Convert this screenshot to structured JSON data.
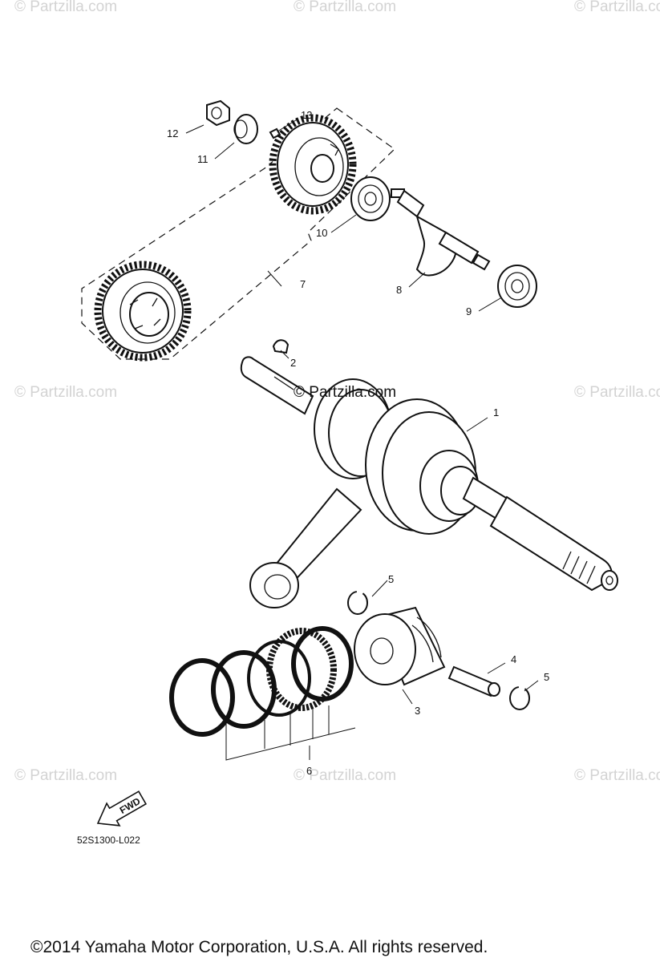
{
  "watermark": "© Partzilla.com",
  "watermark_center": "© Partzilla.com",
  "callouts": {
    "p1": "1",
    "p2": "2",
    "p3": "3",
    "p4": "4",
    "p5a": "5",
    "p5b": "5",
    "p6": "6",
    "p7": "7",
    "p8": "8",
    "p9": "9",
    "p10": "10",
    "p11": "11",
    "p12": "12",
    "p13": "13"
  },
  "fwd_arrow": {
    "label": "FWD"
  },
  "diagram_code": "52S1300-L022",
  "copyright": "©2014 Yamaha Motor Corporation, U.S.A. All rights reserved."
}
